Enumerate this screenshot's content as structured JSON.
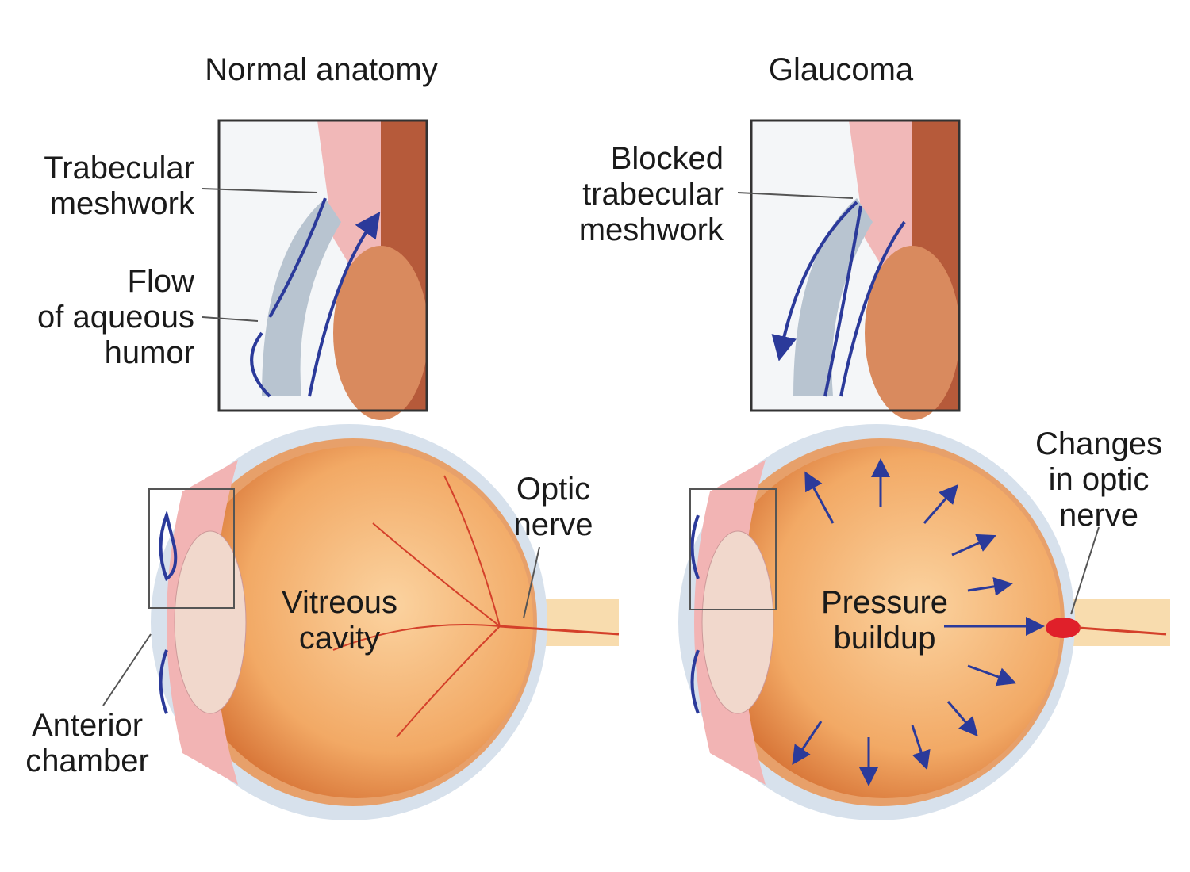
{
  "titles": {
    "normal": "Normal anatomy",
    "glaucoma": "Glaucoma"
  },
  "labels": {
    "trabecular_meshwork": "Trabecular\nmeshwork",
    "flow_aqueous": "Flow\nof aqueous\nhumor",
    "anterior_chamber": "Anterior\nchamber",
    "vitreous_cavity": "Vitreous\ncavity",
    "optic_nerve": "Optic\nnerve",
    "blocked_meshwork": "Blocked\ntrabecular\nmeshwork",
    "pressure_buildup": "Pressure\nbuildup",
    "optic_changes": "Changes\nin optic\nnerve"
  },
  "colors": {
    "flow": "#2b3a9a",
    "eye": "#f0a866",
    "sclera": "#cdd9e6",
    "vessel": "#d4402a"
  }
}
